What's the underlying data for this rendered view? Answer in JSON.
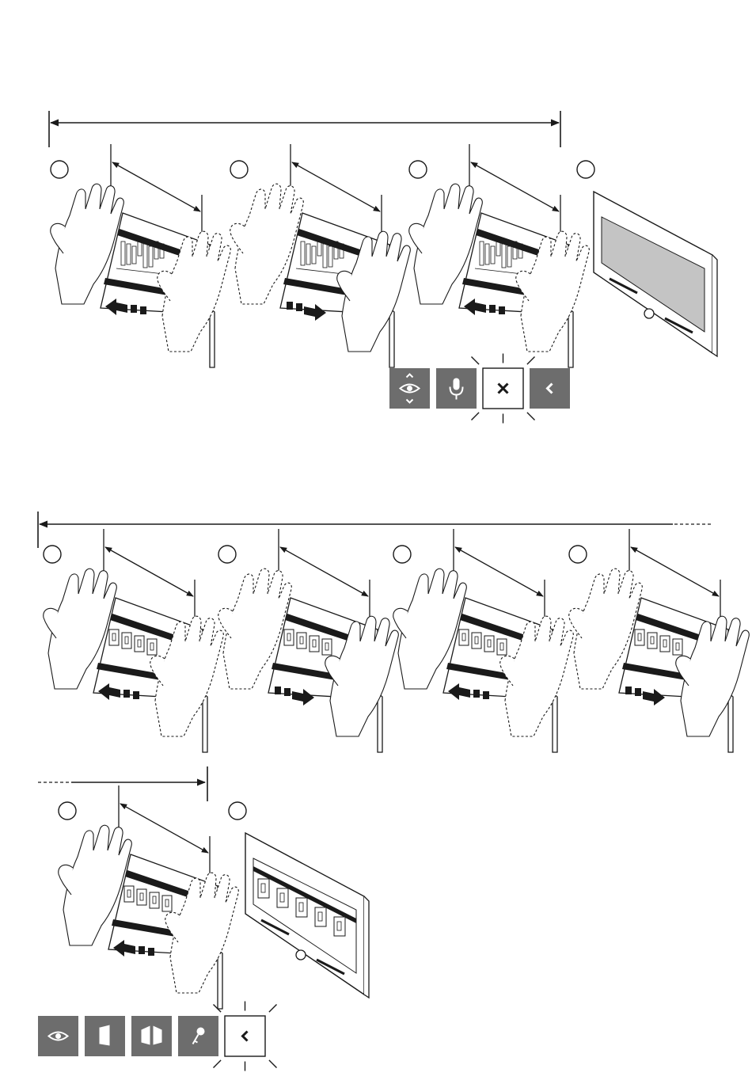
{
  "colors": {
    "ink": "#1a1a1a",
    "button_fill": "#6d6d6d",
    "button_active_fill": "#ffffff",
    "screen_fill": "#c4c4c4",
    "background": "#ffffff"
  },
  "sequence_a": {
    "steps": [
      {
        "kind": "gesture",
        "swipe": "left",
        "screen": "camera"
      },
      {
        "kind": "gesture",
        "swipe": "right",
        "screen": "camera"
      },
      {
        "kind": "gesture",
        "swipe": "left",
        "screen": "camera"
      },
      {
        "kind": "device",
        "screen": "off"
      }
    ],
    "control_bar": [
      {
        "icon": "eye-updown-icon",
        "state": "normal"
      },
      {
        "icon": "microphone-icon",
        "state": "normal"
      },
      {
        "icon": "close-x-icon",
        "state": "highlighted"
      },
      {
        "icon": "chevron-left-icon",
        "state": "normal"
      }
    ]
  },
  "sequence_b": {
    "steps": [
      {
        "kind": "gesture",
        "swipe": "left",
        "screen": "menu"
      },
      {
        "kind": "gesture",
        "swipe": "right",
        "screen": "menu"
      },
      {
        "kind": "gesture",
        "swipe": "left",
        "screen": "menu"
      },
      {
        "kind": "gesture",
        "swipe": "right",
        "screen": "menu"
      },
      {
        "kind": "gesture",
        "swipe": "left",
        "screen": "menu"
      },
      {
        "kind": "device",
        "screen": "menu"
      }
    ],
    "control_bar": [
      {
        "icon": "eye-icon",
        "state": "normal"
      },
      {
        "icon": "door-icon",
        "state": "normal"
      },
      {
        "icon": "gate-icon",
        "state": "normal"
      },
      {
        "icon": "key-icon",
        "state": "normal"
      },
      {
        "icon": "chevron-left-icon",
        "state": "highlighted"
      }
    ]
  }
}
